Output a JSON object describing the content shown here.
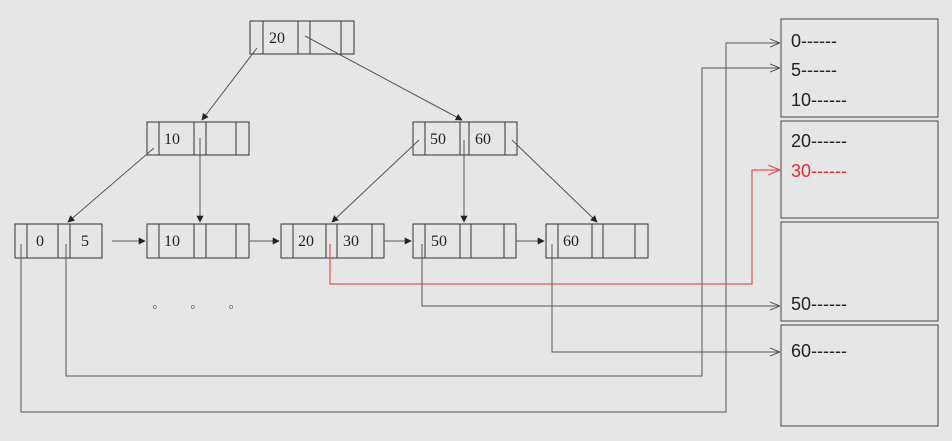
{
  "tree": {
    "root": {
      "keys": [
        "20"
      ]
    },
    "internal_left": {
      "keys": [
        "10"
      ]
    },
    "internal_right": {
      "keys": [
        "50",
        "60"
      ]
    },
    "leaves": [
      {
        "keys": [
          "0",
          "5"
        ]
      },
      {
        "keys": [
          "10"
        ]
      },
      {
        "keys": [
          "20",
          "30"
        ]
      },
      {
        "keys": [
          "50"
        ]
      },
      {
        "keys": [
          "60"
        ]
      }
    ],
    "ellipsis": "◦ ◦ ◦"
  },
  "data_pages": [
    {
      "records": [
        {
          "text": "0------"
        },
        {
          "text": "5------"
        },
        {
          "text": "10------"
        }
      ]
    },
    {
      "records": [
        {
          "text": "20------"
        },
        {
          "text": "30------",
          "highlight": true
        }
      ]
    },
    {
      "records": [
        {
          "text": "50------"
        }
      ]
    },
    {
      "records": [
        {
          "text": "60------"
        }
      ]
    }
  ],
  "colors": {
    "highlight": "#e03030",
    "background": "#e6e6e6"
  }
}
